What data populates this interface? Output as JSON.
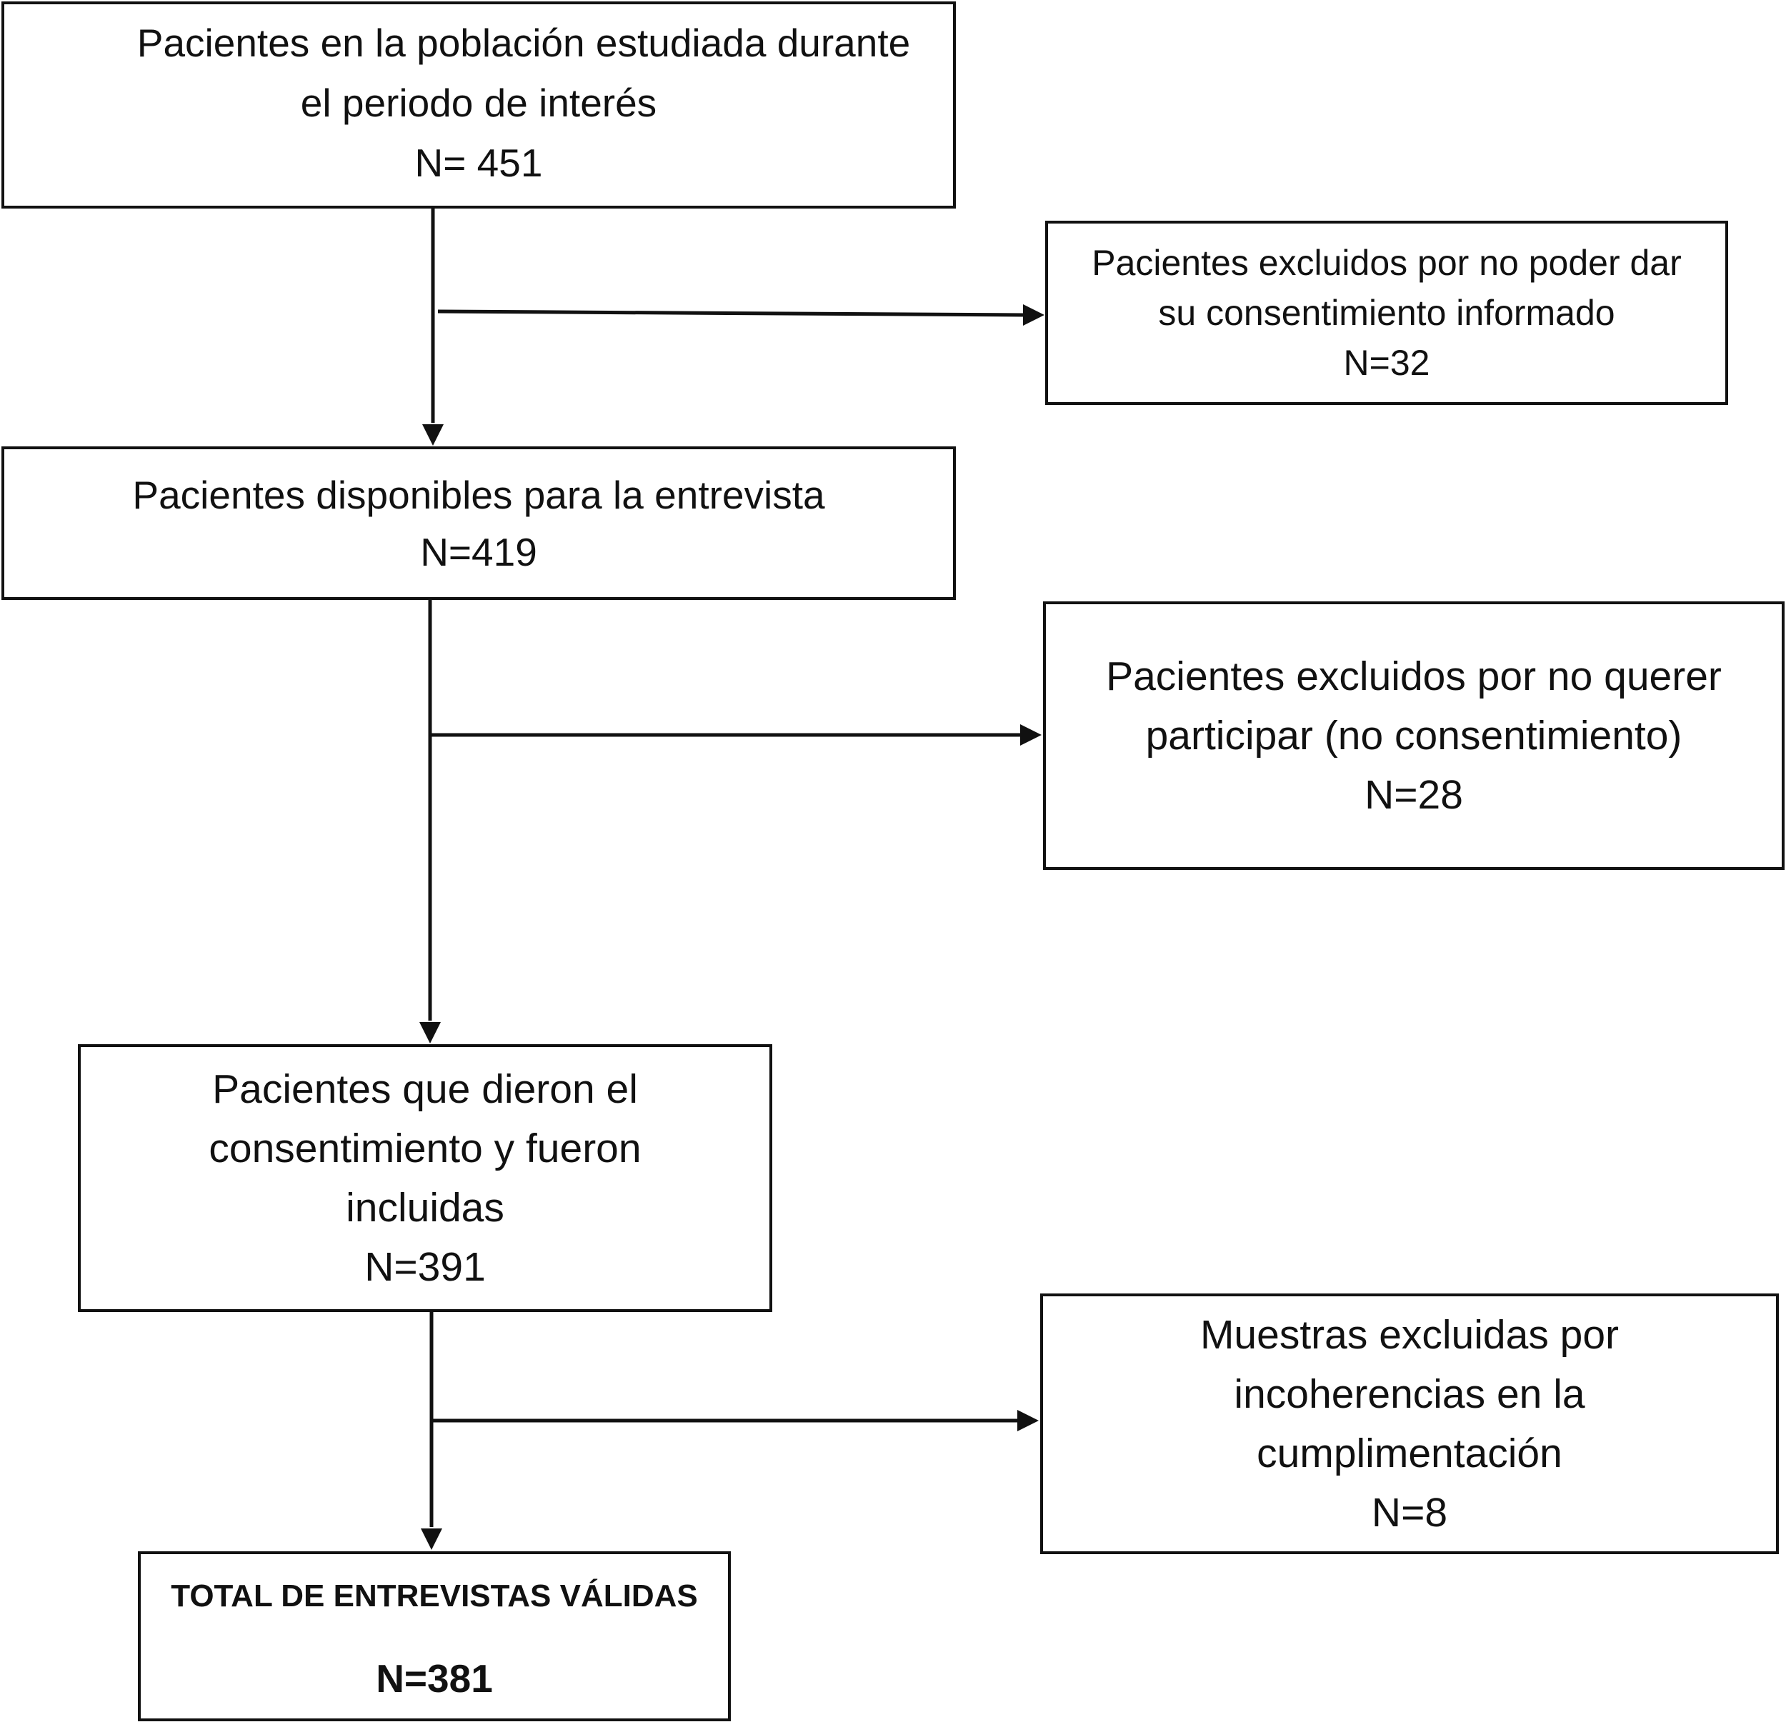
{
  "boxes": {
    "population": {
      "lines": [
        "Pacientes en la población estudiada durante",
        "el periodo de interés",
        "N= 451"
      ]
    },
    "excluded_consent": {
      "lines": [
        "Pacientes excluidos por no poder dar",
        "su consentimiento informado",
        "N=32"
      ]
    },
    "available": {
      "lines": [
        "Pacientes disponibles para la entrevista",
        "N=419"
      ]
    },
    "excluded_refused": {
      "lines": [
        "Pacientes excluidos por no querer",
        "participar (no consentimiento)",
        "N=28"
      ]
    },
    "included": {
      "lines": [
        "Pacientes que dieron el",
        "consentimiento y fueron",
        "incluidas",
        "N=391"
      ]
    },
    "excluded_samples": {
      "lines": [
        "Muestras excluidas por",
        "incoherencias en la",
        "cumplimentación",
        "N=8"
      ]
    },
    "total": {
      "title": "TOTAL DE ENTREVISTAS VÁLIDAS",
      "count": "N=381"
    }
  }
}
